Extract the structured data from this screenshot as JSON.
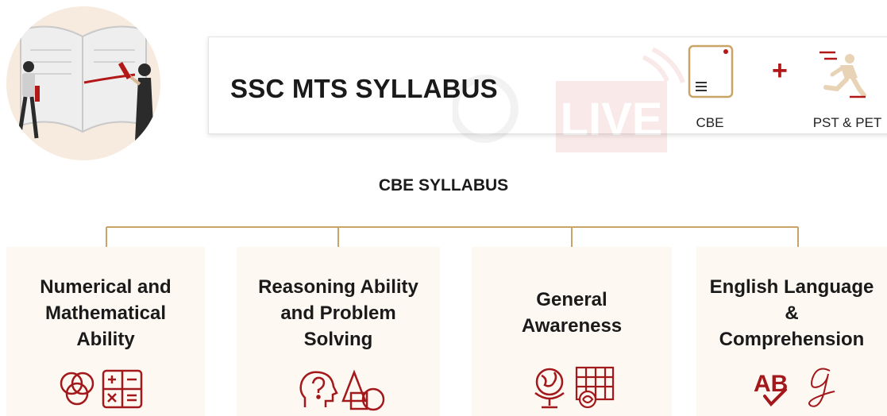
{
  "header": {
    "title": "SSC MTS SYLLABUS",
    "watermark_text": "LIVE",
    "modes": [
      {
        "label": "CBE",
        "icon": "exam-sheet-icon"
      },
      {
        "symbol": "+"
      },
      {
        "label": "PST & PET",
        "icon": "running-athlete-icon"
      }
    ]
  },
  "section_title": "CBE SYLLABUS",
  "subjects": [
    {
      "lines": [
        "Numerical and",
        "Mathematical",
        "Ability"
      ],
      "icons": [
        "venn-diagram-icon",
        "calculator-icon"
      ]
    },
    {
      "lines": [
        "Reasoning Ability",
        "and Problem",
        "Solving"
      ],
      "icons": [
        "head-question-icon",
        "shapes-icon"
      ]
    },
    {
      "lines": [
        "General",
        "Awareness"
      ],
      "icons": [
        "globe-icon",
        "map-grid-icon"
      ]
    },
    {
      "lines": [
        "English Language",
        "&",
        "Comprehension"
      ],
      "icons": [
        "ab-check-icon",
        "cursive-g-icon"
      ]
    }
  ],
  "colors": {
    "accent": "#a3181a",
    "connector": "#c8a567",
    "card_bg": "#fdf8f2",
    "hero_bg": "#f6ebde"
  }
}
